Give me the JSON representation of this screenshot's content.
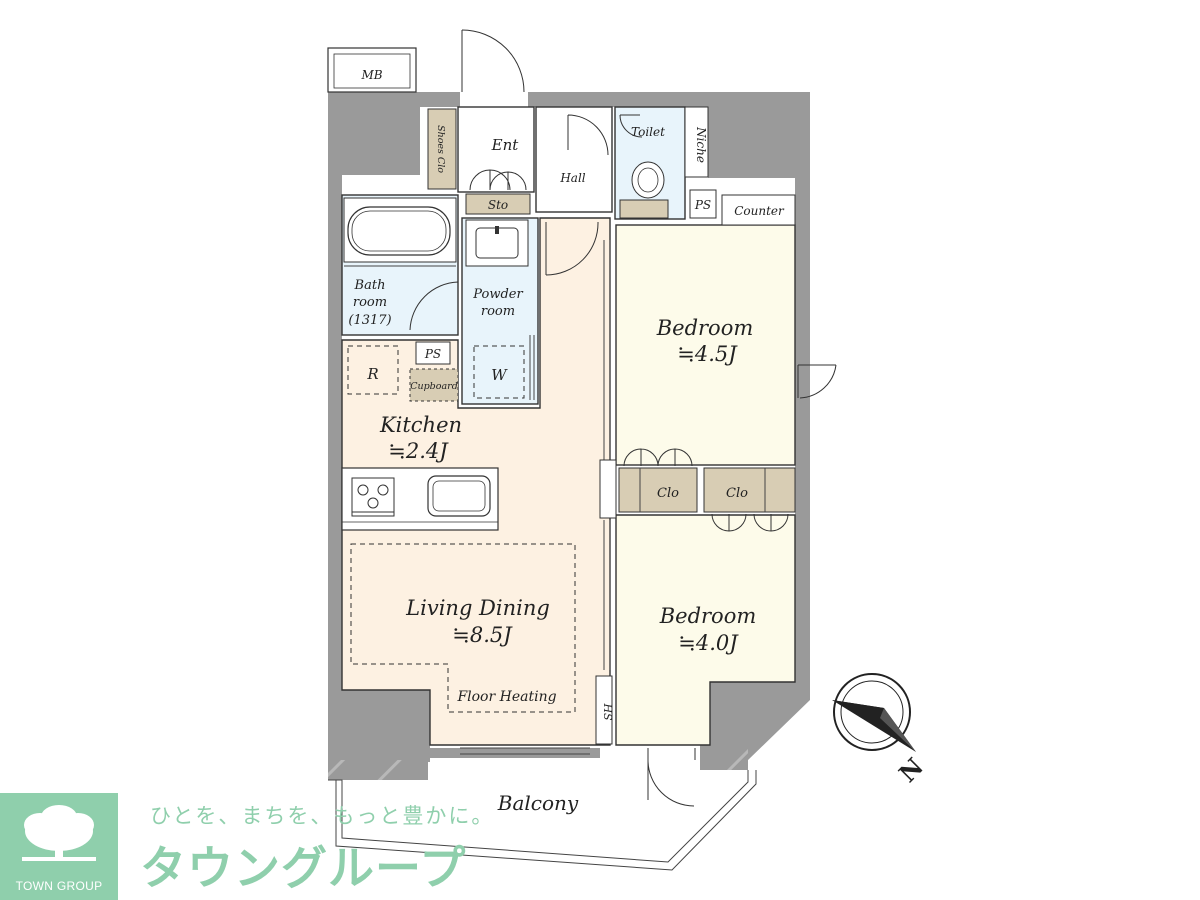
{
  "rooms": {
    "mb": "MB",
    "entrance": "Ent",
    "shoes_closet": "Shoes Clo",
    "storage": "Sto",
    "hall": "Hall",
    "toilet": "Toilet",
    "niche": "Niche",
    "ps_top": "PS",
    "counter": "Counter",
    "bath_line1": "Bath",
    "bath_line2": "room",
    "bath_line3": "(1317)",
    "powder_line1": "Powder",
    "powder_line2": "room",
    "washer": "W",
    "ps_kitchen": "PS",
    "refrigerator": "R",
    "cupboard": "Cupboard",
    "kitchen": "Kitchen",
    "kitchen_size": "≒2.4J",
    "living_dining": "Living Dining",
    "living_dining_size": "≒8.5J",
    "floor_heating": "Floor Heating",
    "bedroom1": "Bedroom",
    "bedroom1_size": "≒4.5J",
    "bedroom2": "Bedroom",
    "bedroom2_size": "≒4.0J",
    "closet1": "Clo",
    "closet2": "Clo",
    "hs": "HS",
    "balcony": "Balcony",
    "north": "N"
  },
  "branding": {
    "logo_text": "TOWN GROUP",
    "tagline": "ひとを、まちを、もっと豊かに。",
    "brand_name": "タウングループ",
    "color": "#8fcfac"
  },
  "colors": {
    "wall": "#9a9a9a",
    "living_floor": "#fdf1e2",
    "bedroom_floor": "#fdfbea",
    "wet_area": "#e8f4fb",
    "storage": "#d8cdb4"
  }
}
